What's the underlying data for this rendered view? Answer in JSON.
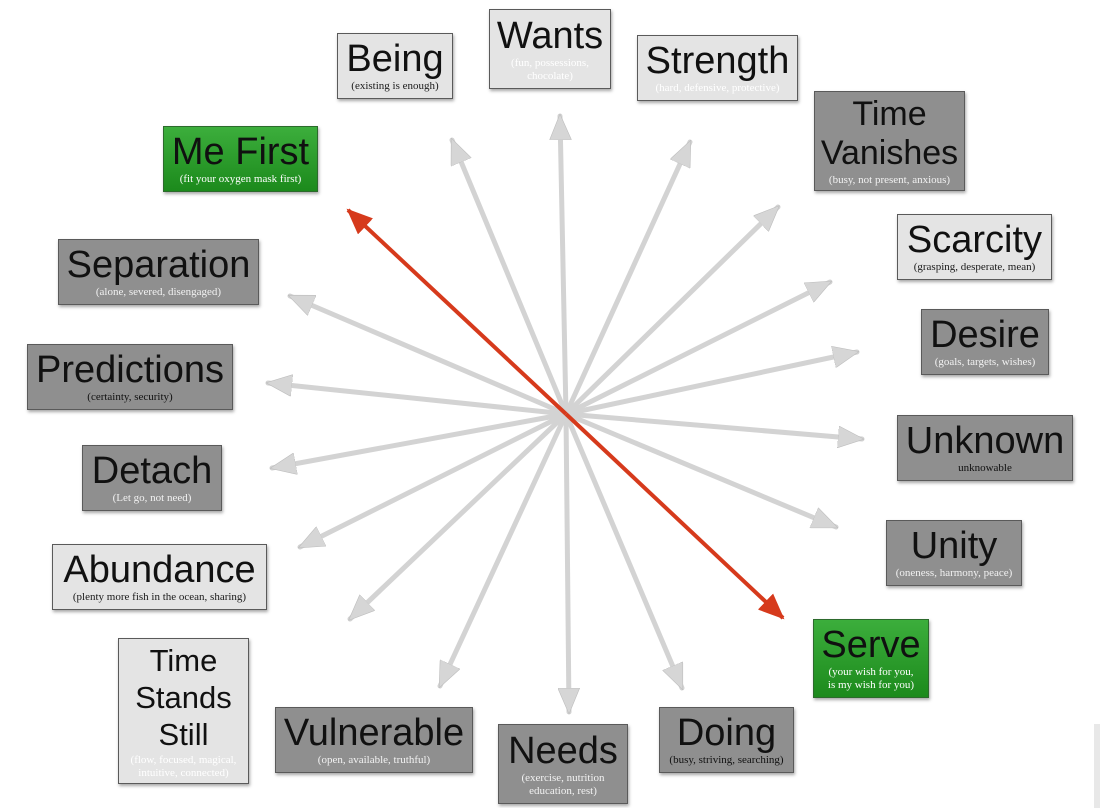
{
  "colors": {
    "arrow_grey": "#d3d3d3",
    "arrow_red": "#d63a1c",
    "box_light": "#e4e4e4",
    "box_dark": "#8f8f8f",
    "box_green": "#2a9c2a"
  },
  "nodes": {
    "wants": {
      "title": "Wants",
      "sub": "(fun, possessions,\nchocolate)"
    },
    "being": {
      "title": "Being",
      "sub": "(existing is enough)"
    },
    "strength": {
      "title": "Strength",
      "sub": "(hard, defensive, protective)"
    },
    "me_first": {
      "title": "Me First",
      "sub": "(fit your oxygen mask first)"
    },
    "time_vanishes": {
      "title": "Time\nVanishes",
      "sub": "(busy, not present, anxious)"
    },
    "scarcity": {
      "title": "Scarcity",
      "sub": "(grasping, desperate, mean)"
    },
    "separation": {
      "title": "Separation",
      "sub": "(alone, severed, disengaged)"
    },
    "desire": {
      "title": "Desire",
      "sub": "(goals, targets, wishes)"
    },
    "predictions": {
      "title": "Predictions",
      "sub": "(certainty, security)"
    },
    "unknown": {
      "title": "Unknown",
      "sub": "unknowable"
    },
    "detach": {
      "title": "Detach",
      "sub": "(Let go, not need)"
    },
    "unity": {
      "title": "Unity",
      "sub": "(oneness, harmony, peace)"
    },
    "abundance": {
      "title": "Abundance",
      "sub": "(plenty more fish in the ocean, sharing)"
    },
    "serve": {
      "title": "Serve",
      "sub": "(your wish for you,\nis my wish for you)"
    },
    "time_stands_still": {
      "title": "Time\nStands\nStill",
      "sub": "(flow, focused, magical,\nintuitive, connected)"
    },
    "vulnerable": {
      "title": "Vulnerable",
      "sub": "(open, available, truthful)"
    },
    "needs": {
      "title": "Needs",
      "sub": "(exercise, nutrition\neducation, rest)"
    },
    "doing": {
      "title": "Doing",
      "sub": "(busy, striving, searching)"
    }
  }
}
